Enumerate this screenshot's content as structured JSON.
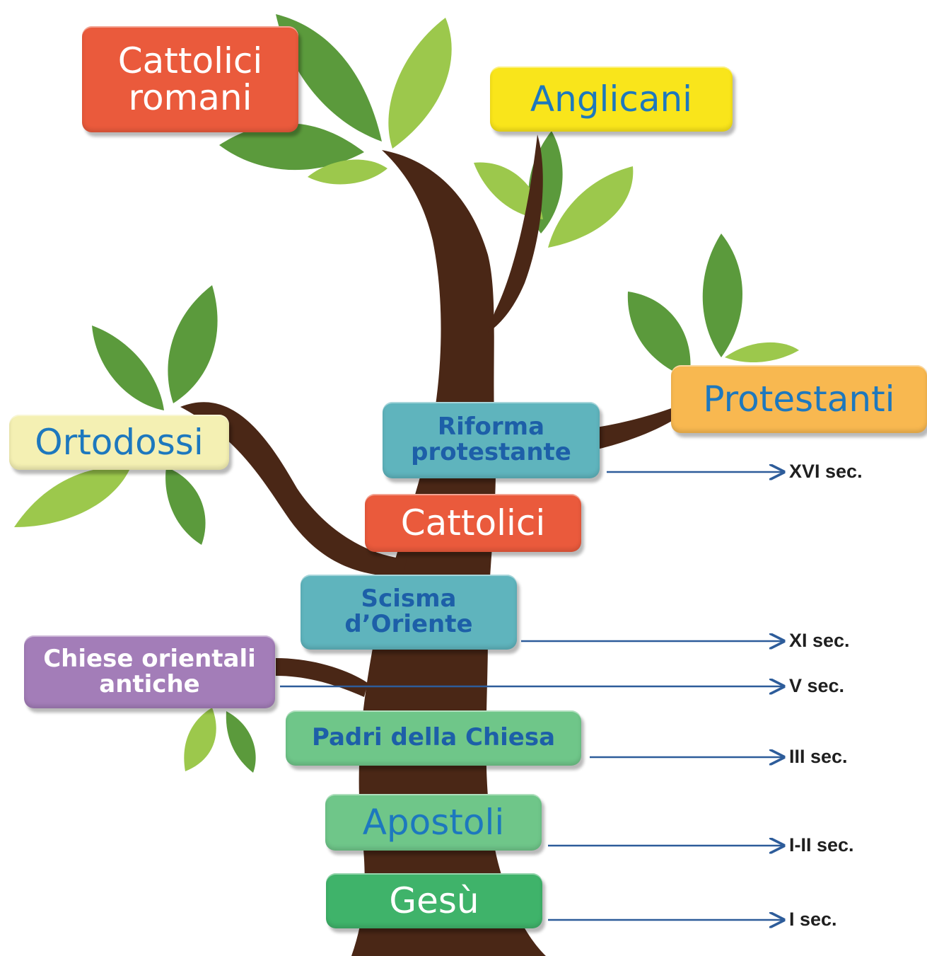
{
  "colors": {
    "trunk": "#4a2716",
    "leaf_dark": "#5b9a3c",
    "leaf_light": "#9cc84c",
    "arrow": "#2d5c9a"
  },
  "branches": {
    "cattolici_romani": {
      "label": "Cattolici\nromani",
      "bg": "#ea5a3c",
      "color": "#ffffff"
    },
    "anglicani": {
      "label": "Anglicani",
      "bg": "#f9e51b",
      "color": "#1d78be"
    },
    "protestanti": {
      "label": "Protestanti",
      "bg": "#f8b850",
      "color": "#1d78be"
    },
    "ortodossi": {
      "label": "Ortodossi",
      "bg": "#f4f0b3",
      "color": "#1d78be"
    }
  },
  "events": {
    "riforma": {
      "label": "Riforma\nprotestante",
      "bg": "#5fb4bd",
      "color": "#1d5fa8"
    },
    "cattolici": {
      "label": "Cattolici",
      "bg": "#ea5a3c",
      "color": "#ffffff"
    },
    "scisma": {
      "label": "Scisma\nd’Oriente",
      "bg": "#5fb4bd",
      "color": "#1d5fa8"
    },
    "chiese_orientali": {
      "label": "Chiese orientali\nantiche",
      "bg": "#a37db8",
      "color": "#ffffff"
    },
    "padri": {
      "label": "Padri della Chiesa",
      "bg": "#6fc689",
      "color": "#1d5fa8"
    },
    "apostoli": {
      "label": "Apostoli",
      "bg": "#6fc689",
      "color": "#1d78be"
    },
    "gesu": {
      "label": "Gesù",
      "bg": "#3fb36a",
      "color": "#ffffff"
    }
  },
  "centuries": {
    "xvi": "XVI sec.",
    "xi": "XI sec.",
    "v": "V sec.",
    "iii": "III sec.",
    "i_ii": "I-II sec.",
    "i": "I sec."
  }
}
